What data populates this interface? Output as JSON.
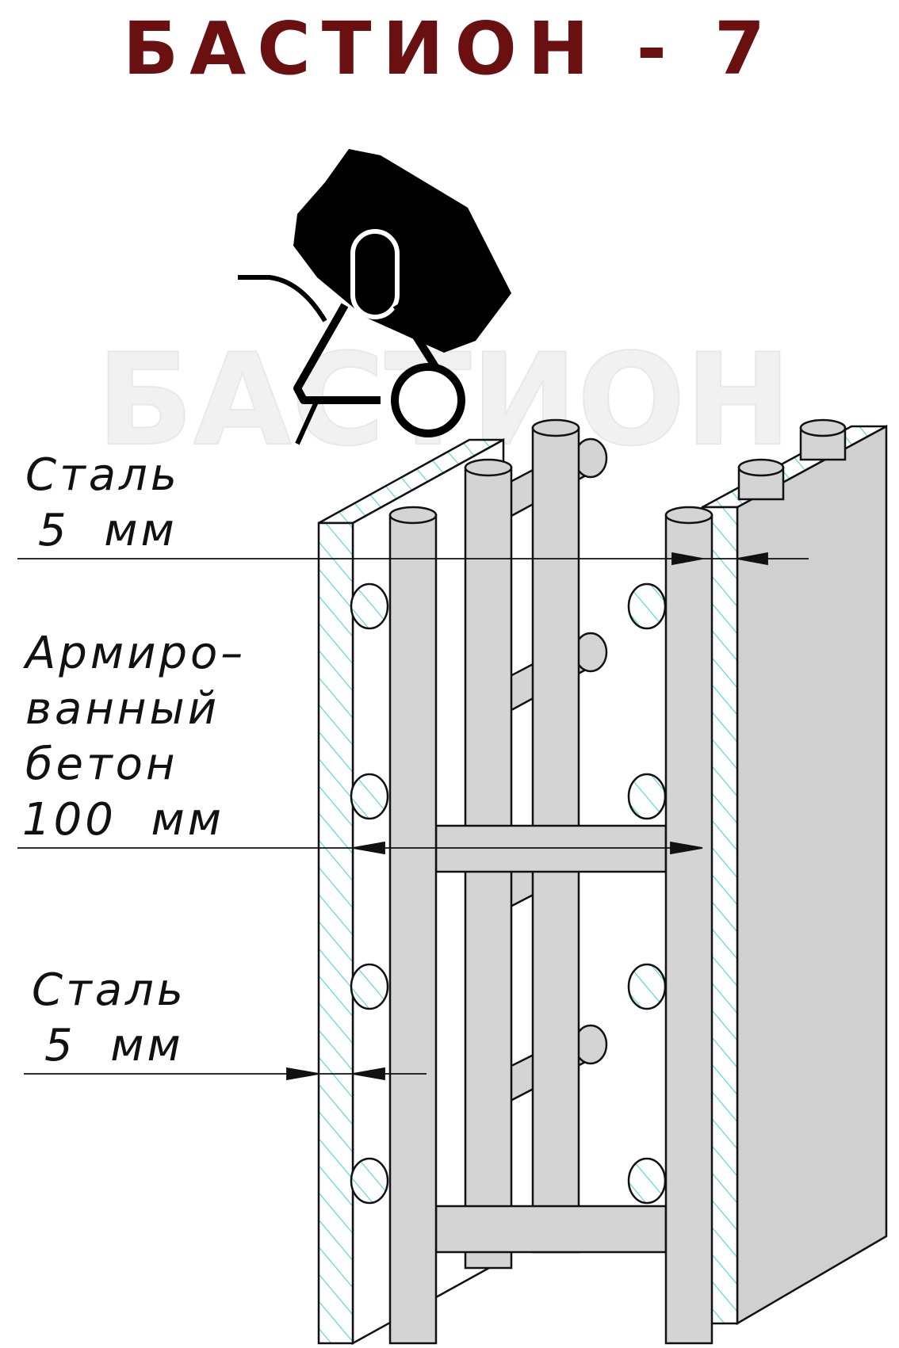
{
  "title": "БАСТИОН - 7",
  "watermark": "БАСТИОН",
  "labels": {
    "steel_top_line1": "Сталь",
    "steel_top_line2": "5  мм",
    "concrete_line1": "Армиро–",
    "concrete_line2": "ванный",
    "concrete_line3": "бетон",
    "concrete_line4": "100  мм",
    "steel_bottom_line1": "Сталь",
    "steel_bottom_line2": "5  мм"
  },
  "colors": {
    "title": "#6b1010",
    "steel_hatch": "#33d6e0",
    "rebar_fill": "#d4d4d4",
    "panel_fill": "#d0d0d0",
    "mixer_body": "#000000"
  },
  "icons": [
    "concrete-mixer-icon"
  ]
}
